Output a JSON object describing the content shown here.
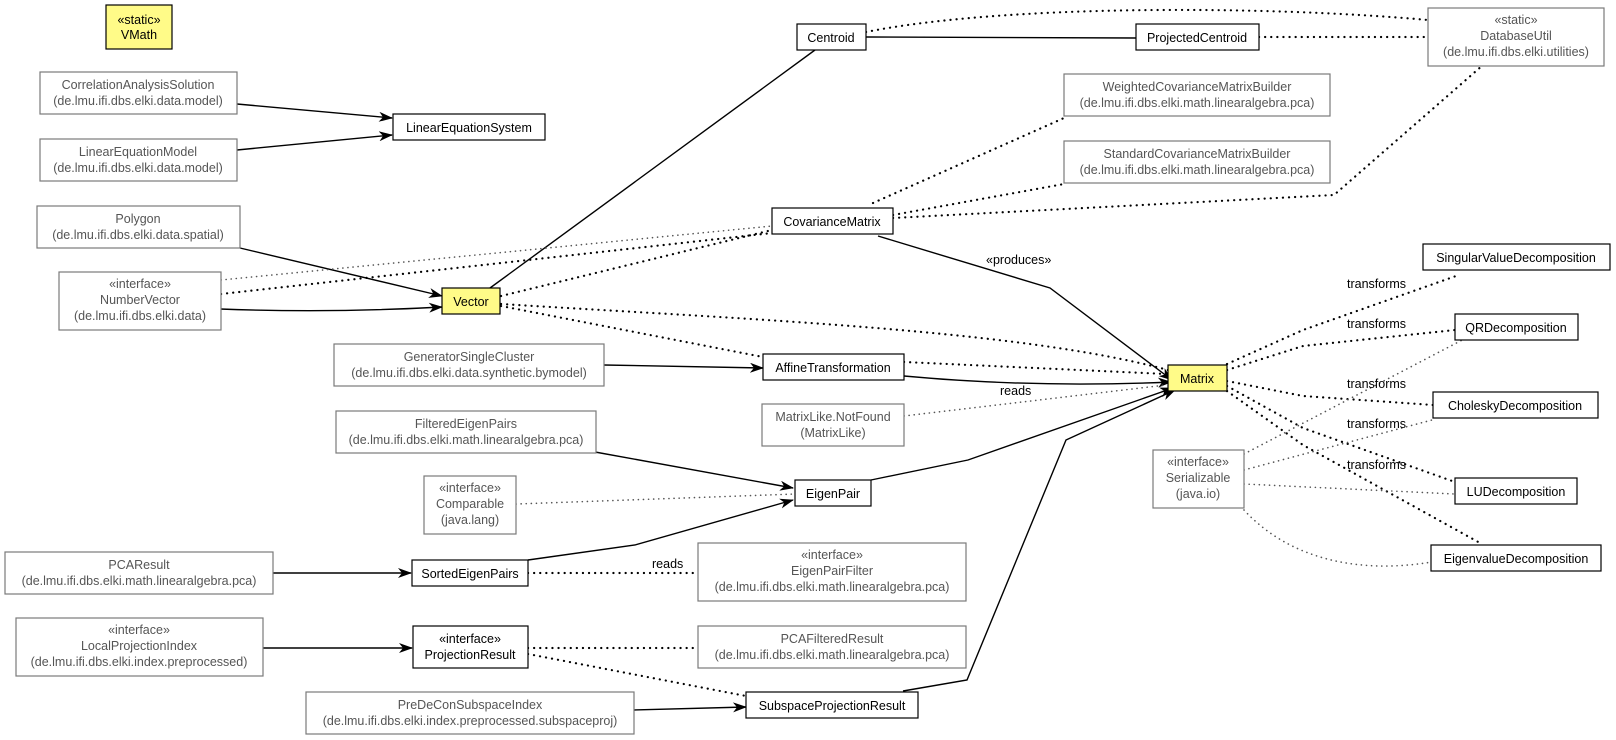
{
  "nodes": {
    "vmath": {
      "lines": [
        "«static»",
        "VMath"
      ]
    },
    "correlation_analysis_solution": {
      "lines": [
        "CorrelationAnalysisSolution",
        "(de.lmu.ifi.dbs.elki.data.model)"
      ]
    },
    "linear_equation_model": {
      "lines": [
        "LinearEquationModel",
        "(de.lmu.ifi.dbs.elki.data.model)"
      ]
    },
    "linear_equation_system": {
      "lines": [
        "LinearEquationSystem"
      ]
    },
    "polygon": {
      "lines": [
        "Polygon",
        "(de.lmu.ifi.dbs.elki.data.spatial)"
      ]
    },
    "number_vector": {
      "lines": [
        "«interface»",
        "NumberVector",
        "(de.lmu.ifi.dbs.elki.data)"
      ]
    },
    "vector": {
      "lines": [
        "Vector"
      ]
    },
    "generator_single_cluster": {
      "lines": [
        "GeneratorSingleCluster",
        "(de.lmu.ifi.dbs.elki.data.synthetic.bymodel)"
      ]
    },
    "filtered_eigen_pairs": {
      "lines": [
        "FilteredEigenPairs",
        "(de.lmu.ifi.dbs.elki.math.linearalgebra.pca)"
      ]
    },
    "comparable": {
      "lines": [
        "«interface»",
        "Comparable",
        "(java.lang)"
      ]
    },
    "pca_result": {
      "lines": [
        "PCAResult",
        "(de.lmu.ifi.dbs.elki.math.linearalgebra.pca)"
      ]
    },
    "sorted_eigen_pairs": {
      "lines": [
        "SortedEigenPairs"
      ]
    },
    "local_projection_index": {
      "lines": [
        "«interface»",
        "LocalProjectionIndex",
        "(de.lmu.ifi.dbs.elki.index.preprocessed)"
      ]
    },
    "projection_result": {
      "lines": [
        "«interface»",
        "ProjectionResult"
      ]
    },
    "predecon_subspace_index": {
      "lines": [
        "PreDeConSubspaceIndex",
        "(de.lmu.ifi.dbs.elki.index.preprocessed.subspaceproj)"
      ]
    },
    "centroid": {
      "lines": [
        "Centroid"
      ]
    },
    "projected_centroid": {
      "lines": [
        "ProjectedCentroid"
      ]
    },
    "database_util": {
      "lines": [
        "«static»",
        "DatabaseUtil",
        "(de.lmu.ifi.dbs.elki.utilities)"
      ]
    },
    "weighted_cov_builder": {
      "lines": [
        "WeightedCovarianceMatrixBuilder",
        "(de.lmu.ifi.dbs.elki.math.linearalgebra.pca)"
      ]
    },
    "standard_cov_builder": {
      "lines": [
        "StandardCovarianceMatrixBuilder",
        "(de.lmu.ifi.dbs.elki.math.linearalgebra.pca)"
      ]
    },
    "covariance_matrix": {
      "lines": [
        "CovarianceMatrix"
      ]
    },
    "affine_transformation": {
      "lines": [
        "AffineTransformation"
      ]
    },
    "matrixlike_notfound": {
      "lines": [
        "MatrixLike.NotFound",
        "(MatrixLike)"
      ]
    },
    "eigen_pair": {
      "lines": [
        "EigenPair"
      ]
    },
    "eigen_pair_filter": {
      "lines": [
        "«interface»",
        "EigenPairFilter",
        "(de.lmu.ifi.dbs.elki.math.linearalgebra.pca)"
      ]
    },
    "pca_filtered_result": {
      "lines": [
        "PCAFilteredResult",
        "(de.lmu.ifi.dbs.elki.math.linearalgebra.pca)"
      ]
    },
    "subspace_projection_result": {
      "lines": [
        "SubspaceProjectionResult"
      ]
    },
    "matrix": {
      "lines": [
        "Matrix"
      ]
    },
    "serializable": {
      "lines": [
        "«interface»",
        "Serializable",
        "(java.io)"
      ]
    },
    "singular_value_decomposition": {
      "lines": [
        "SingularValueDecomposition"
      ]
    },
    "qr_decomposition": {
      "lines": [
        "QRDecomposition"
      ]
    },
    "cholesky_decomposition": {
      "lines": [
        "CholeskyDecomposition"
      ]
    },
    "lu_decomposition": {
      "lines": [
        "LUDecomposition"
      ]
    },
    "eigenvalue_decomposition": {
      "lines": [
        "EigenvalueDecomposition"
      ]
    }
  },
  "edge_labels": {
    "produces": "«produces»",
    "reads_matrix": "reads",
    "reads_filter": "reads",
    "transforms_svd": "transforms",
    "transforms_qr": "transforms",
    "transforms_chol": "transforms",
    "transforms_lu": "transforms",
    "transforms_eig": "transforms"
  },
  "colors": {
    "highlight_fill": "#fffb88",
    "core_border": "#000000",
    "external_border": "#7a7a7a",
    "external_text": "#555555"
  }
}
